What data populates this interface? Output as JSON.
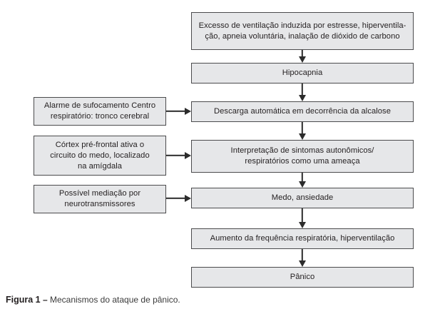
{
  "figure": {
    "caption_label": "Figura 1",
    "caption_dash": "–",
    "caption_text": "Mecanismos do ataque de pânico.",
    "colors": {
      "node_fill": "#e6e7e9",
      "node_border": "#4b4b4d",
      "arrow": "#2c2c2c",
      "text": "#231f20",
      "background": "#ffffff"
    }
  },
  "flow": {
    "main_nodes": [
      {
        "id": "excesso-ventilacao",
        "label": "Excesso de ventilação induzida por estresse, hiperventila-\nção, apneia voluntária, inalação de dióxido de carbono"
      },
      {
        "id": "hipocapnia",
        "label": "Hipocapnia"
      },
      {
        "id": "descarga-automatica",
        "label": "Descarga automática em decorrência da alcalose"
      },
      {
        "id": "interpretacao-sintomas",
        "label": "Interpretação de sintomas autonômicos/\nrespiratórios como uma ameaça"
      },
      {
        "id": "medo-ansiedade",
        "label": "Medo, ansiedade"
      },
      {
        "id": "aumento-frequencia",
        "label": "Aumento da frequência respiratória, hiperventilação"
      },
      {
        "id": "panico",
        "label": "Pânico"
      }
    ],
    "side_nodes": [
      {
        "id": "alarme-sufocamento",
        "label": "Alarme de sufocamento Centro\nrespiratório: tronco cerebral",
        "targets": "descarga-automatica"
      },
      {
        "id": "cortex-pre-frontal",
        "label": "Córtex pré-frontal ativa o\ncircuito do medo, localizado\nna amígdala",
        "targets": "interpretacao-sintomas"
      },
      {
        "id": "possivel-mediacao",
        "label": "Possível mediação por\nneurotransmissores",
        "targets": "medo-ansiedade"
      }
    ]
  }
}
